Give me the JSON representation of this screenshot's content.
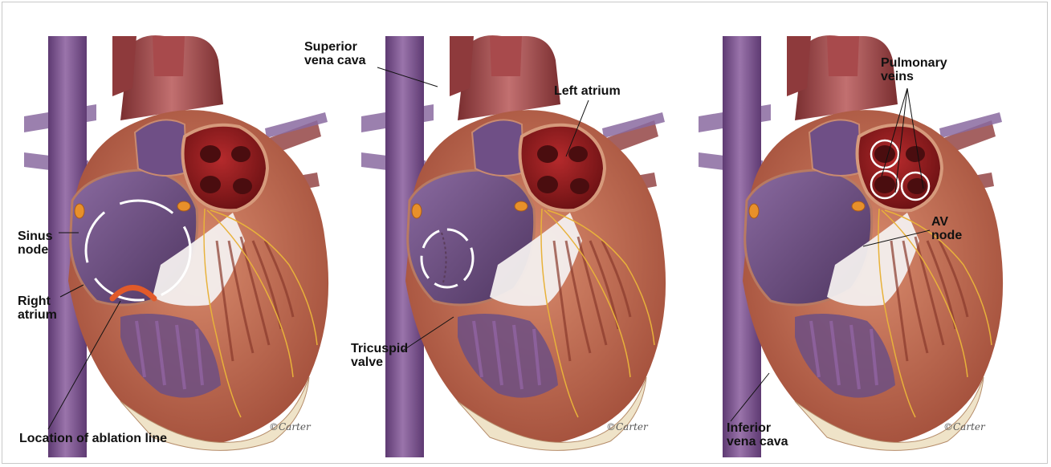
{
  "labels": {
    "superior_vena_cava": "Superior\nvena cava",
    "left_atrium": "Left atrium",
    "pulmonary_veins": "Pulmonary\nveins",
    "sinus_node": "Sinus\nnode",
    "right_atrium": "Right\natrium",
    "av_node": "AV\nnode",
    "tricuspid_valve": "Tricuspid\nvalve",
    "location_of_ablation_line": "Location of ablation line",
    "inferior_vena_cava": "Inferior\nvena cava"
  },
  "signature": "©Carter",
  "colors": {
    "vena_cava": "#7a4e8a",
    "aorta": "#9b4848",
    "heart_wall": "#b5654f",
    "atrium_interior": "#6c4e80",
    "left_atrium_interior": "#8a1a1c",
    "pulmonary_vein_openings": "#4a0d0f",
    "nodes": "#e8902a",
    "ablation_line": "#e15a2a",
    "circuit_arrows": "#ffffff",
    "pericardium": "#efe3c8"
  }
}
